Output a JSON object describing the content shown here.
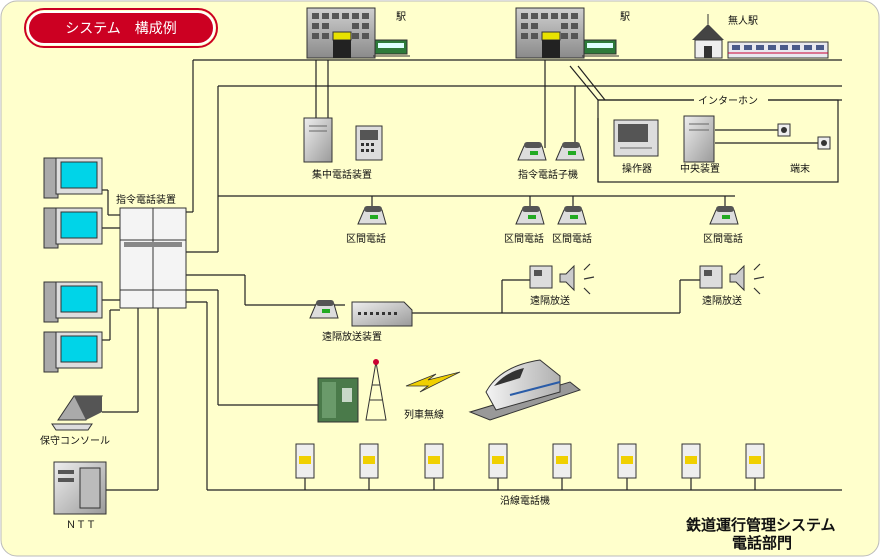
{
  "badge": "システム　構成例",
  "labels": {
    "station1": "駅",
    "station2": "駅",
    "unmanned_station": "無人駅",
    "interphone": "インターホン",
    "central_phone_unit": "集中電話装置",
    "dispatch_slave_phone": "指令電話子機",
    "operator": "操作器",
    "central_unit": "中央装置",
    "terminal": "端末",
    "dispatch_phone_unit": "指令電話装置",
    "section_phone_1": "区間電話",
    "section_phone_2": "区間電話",
    "section_phone_3": "区間電話",
    "section_phone_4": "区間電話",
    "remote_broadcast_1": "遠隔放送",
    "remote_broadcast_2": "遠隔放送",
    "remote_broadcast_unit": "遠隔放送装置",
    "train_radio": "列車無線",
    "maintenance_console": "保守コンソール",
    "ntt": "ＮＴＴ",
    "wayside_phone": "沿線電話機",
    "footer_line1": "鉄道運行管理システム",
    "footer_line2": "電話部門"
  },
  "colors": {
    "background": "#ffffcc",
    "badge": "#cc0022",
    "screen": "#00d4e8",
    "station_door": "#e8e200",
    "wayside_yellow": "#f0d000"
  }
}
